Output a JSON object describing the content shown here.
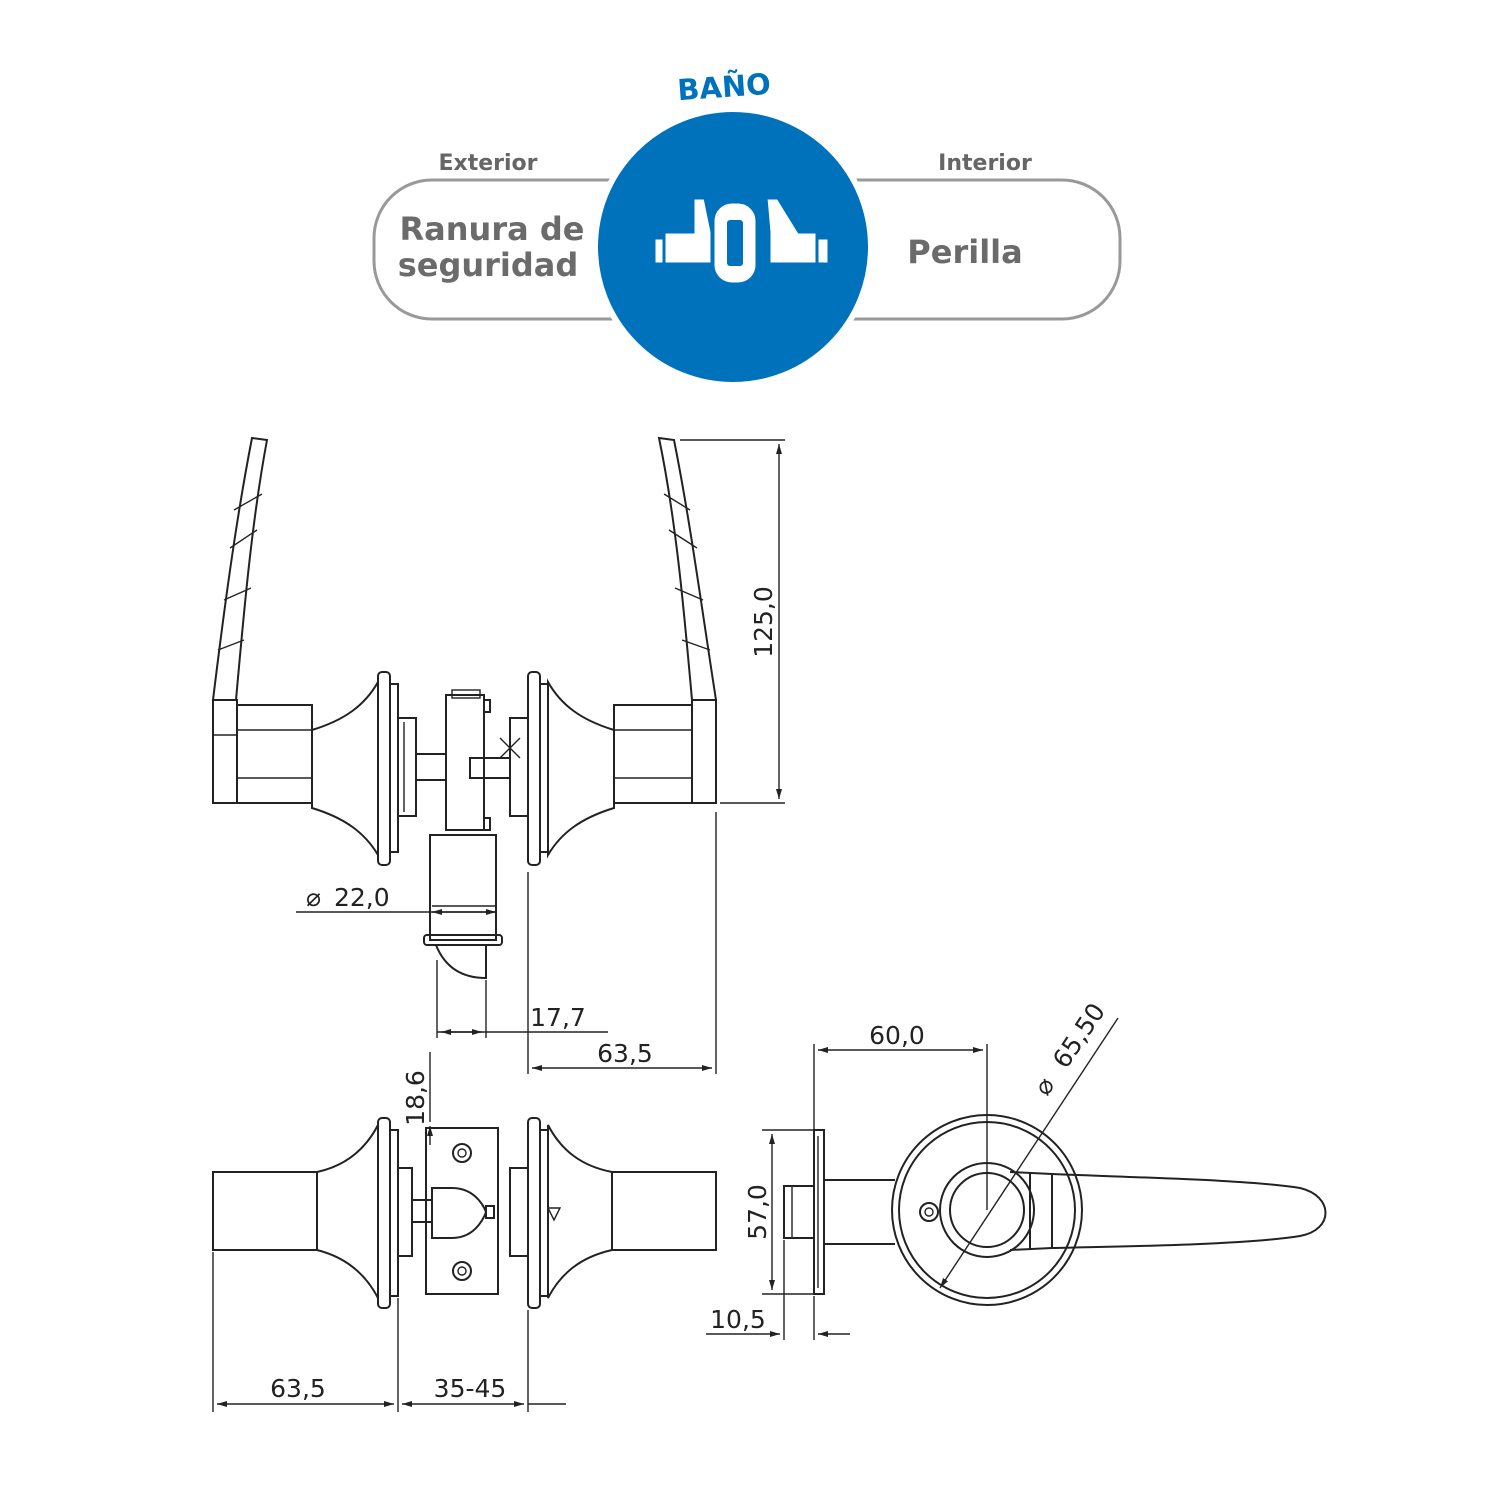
{
  "header": {
    "title": "BAÑO",
    "left_caption": "Exterior",
    "left_text_line1": "Ranura de",
    "left_text_line2": "seguridad",
    "right_caption": "Interior",
    "right_text": "Perilla",
    "accent_color": "#0072bb",
    "pill_border_color": "#999999",
    "icon": "lock-lever-icon"
  },
  "dimensions": {
    "height": "125,0",
    "latch_diameter": "22,0",
    "latch_offset": "17,7",
    "backset_top": "63,5",
    "latch_height": "18,6",
    "rose_height": "57,0",
    "rose_width": "60,0",
    "rose_diameter": "65,50",
    "rose_depth": "10,5",
    "backset_bottom": "63,5",
    "door_thickness": "35-45"
  }
}
